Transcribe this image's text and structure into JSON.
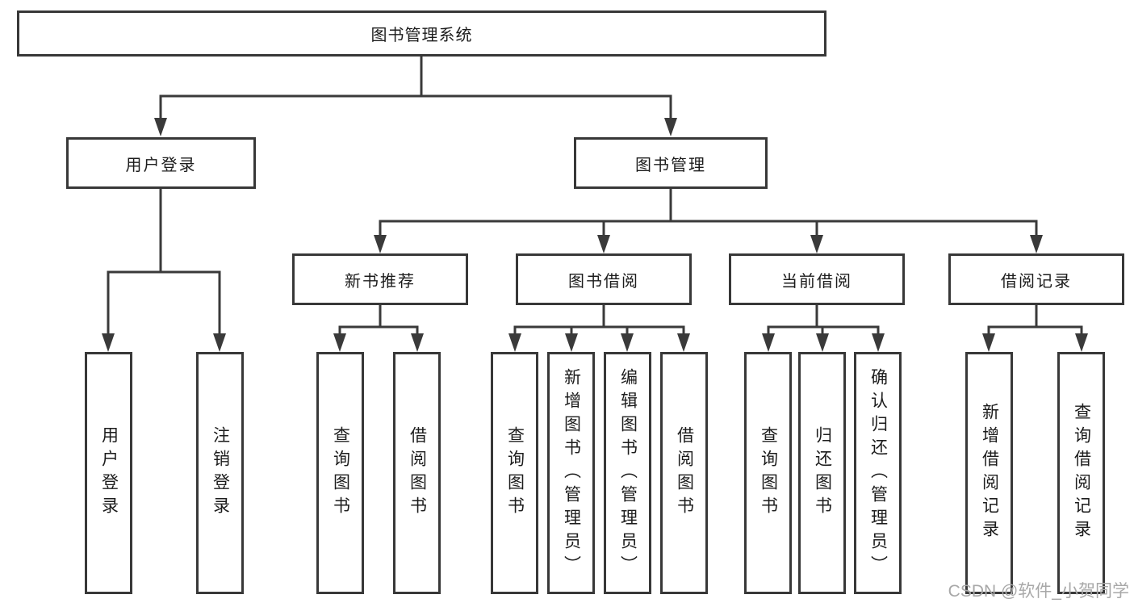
{
  "diagram": {
    "title": "图书管理系统",
    "root": {
      "label": "图书管理系统"
    },
    "level2": [
      {
        "id": "user-login",
        "label": "用户登录"
      },
      {
        "id": "book-management",
        "label": "图书管理"
      }
    ],
    "level3": [
      {
        "id": "new-book-recommend",
        "parent": "book-management",
        "label": "新书推荐"
      },
      {
        "id": "book-borrow",
        "parent": "book-management",
        "label": "图书借阅"
      },
      {
        "id": "current-borrow",
        "parent": "book-management",
        "label": "当前借阅"
      },
      {
        "id": "borrow-records",
        "parent": "book-management",
        "label": "借阅记录"
      }
    ],
    "leaves": [
      {
        "parent": "user-login",
        "label": "用户登录"
      },
      {
        "parent": "user-login",
        "label": "注销登录"
      },
      {
        "parent": "new-book-recommend",
        "label": "查询图书"
      },
      {
        "parent": "new-book-recommend",
        "label": "借阅图书"
      },
      {
        "parent": "book-borrow",
        "label": "查询图书"
      },
      {
        "parent": "book-borrow",
        "label": "新增图书（管理员）"
      },
      {
        "parent": "book-borrow",
        "label": "编辑图书（管理员）"
      },
      {
        "parent": "book-borrow",
        "label": "借阅图书"
      },
      {
        "parent": "current-borrow",
        "label": "查询图书"
      },
      {
        "parent": "current-borrow",
        "label": "归还图书"
      },
      {
        "parent": "current-borrow",
        "label": "确认归还（管理员）"
      },
      {
        "parent": "borrow-records",
        "label": "新增借阅记录"
      },
      {
        "parent": "borrow-records",
        "label": "查询借阅记录"
      }
    ]
  },
  "watermark": "CSDN @软件_小贺同学",
  "colors": {
    "line": "#3a3a3a",
    "border": "#383838",
    "text": "#1c1c1c",
    "background": "#ffffff",
    "watermark": "#a8a8a8"
  }
}
